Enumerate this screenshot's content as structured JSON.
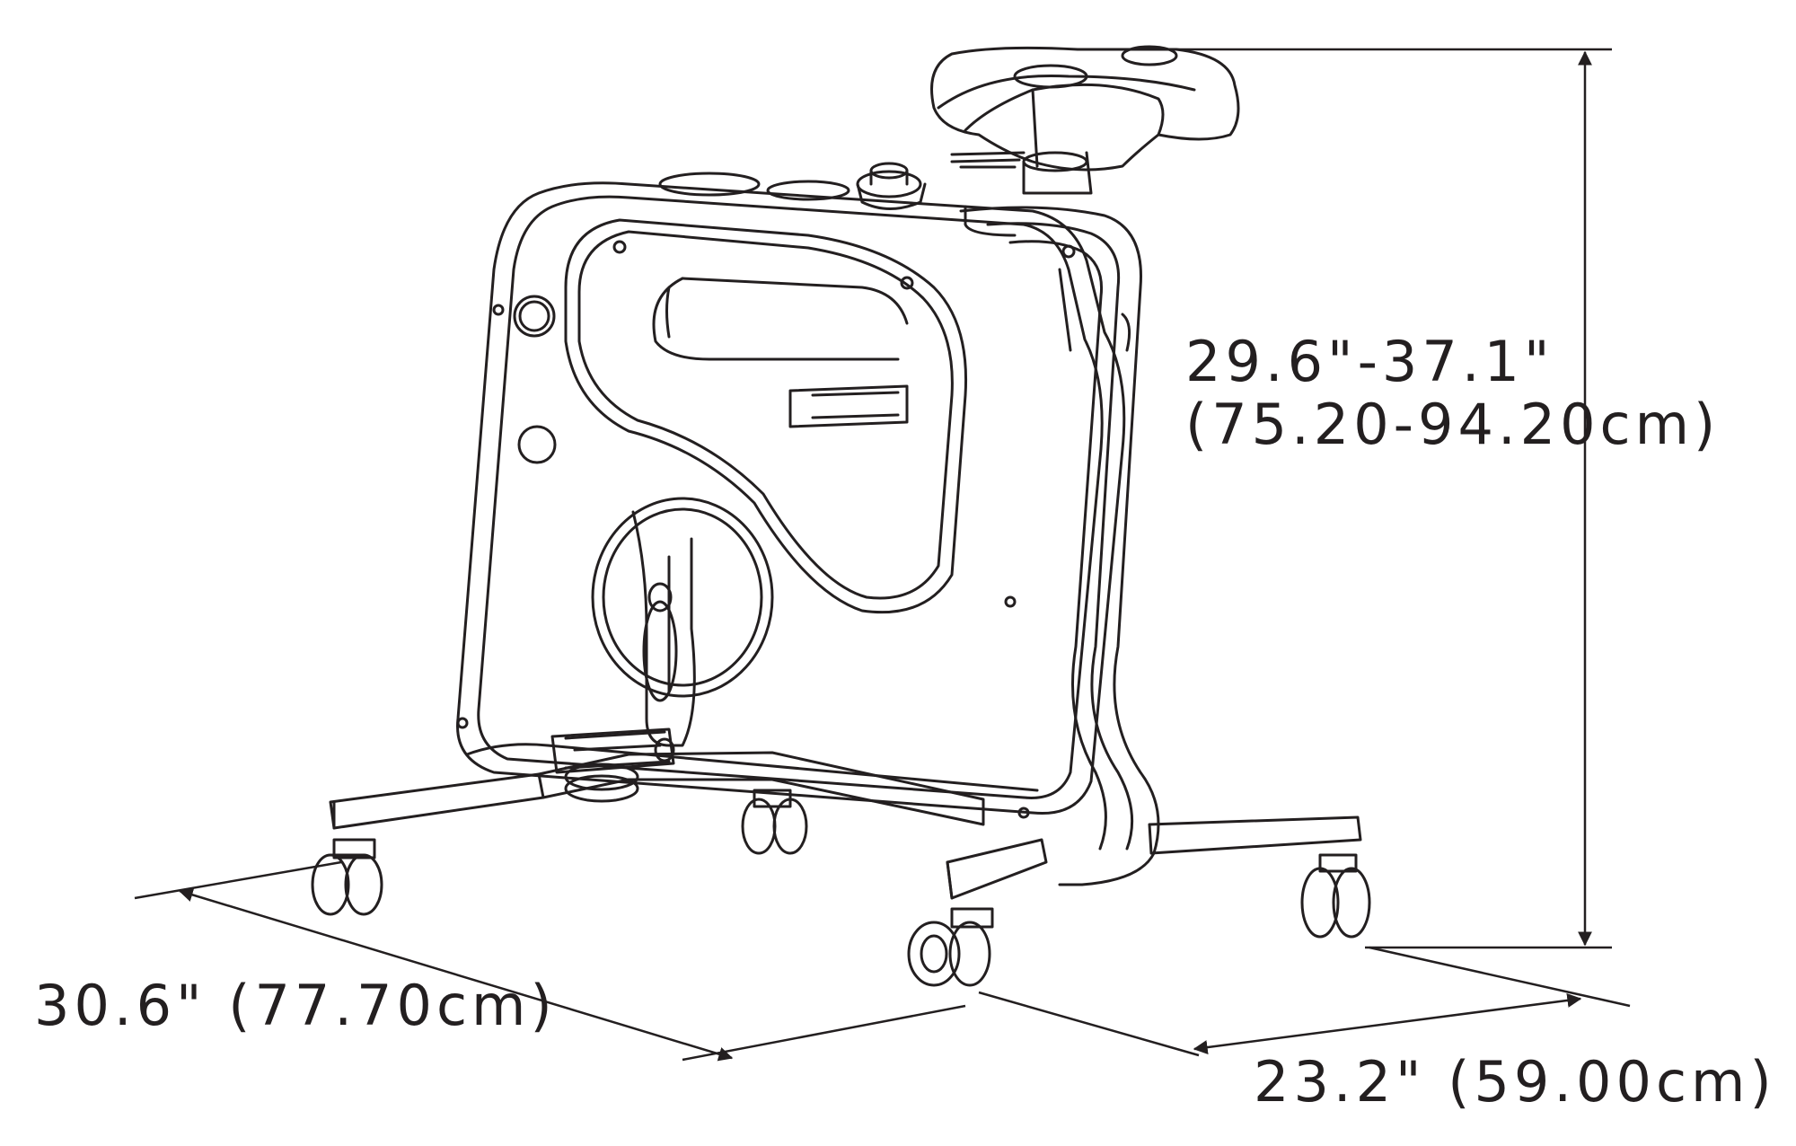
{
  "colors": {
    "line": "#231f20",
    "background": "#ffffff"
  },
  "dimensions": {
    "height_line1": "29.6\"-37.1\"",
    "height_line2": "(75.20-94.20cm)",
    "length": "30.6\" (77.70cm)",
    "width": "23.2\" (59.00cm)"
  }
}
